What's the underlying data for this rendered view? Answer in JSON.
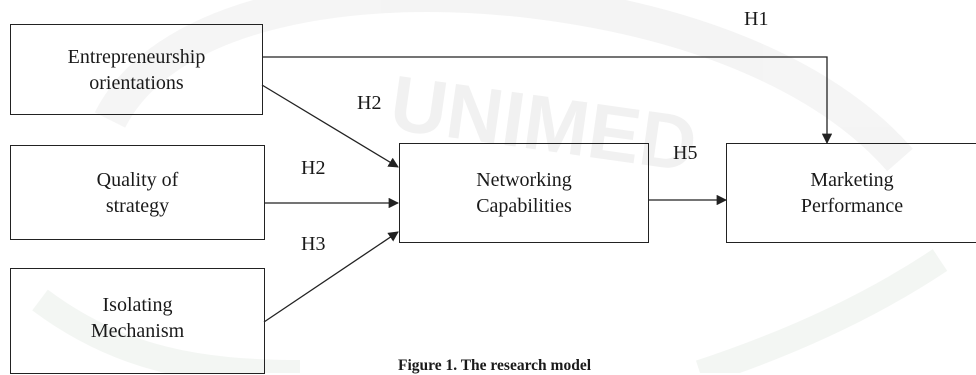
{
  "diagram": {
    "nodes": {
      "entrepreneurship": "Entrepreneurship\norientations",
      "quality": "Quality of\nstrategy",
      "isolating": "Isolating\nMechanism",
      "networking": "Networking\nCapabilities",
      "marketing": "Marketing\nPerformance"
    },
    "edges": {
      "h1": "H1",
      "h2_top": "H2",
      "h2_mid": "H2",
      "h3": "H3",
      "h5": "H5"
    },
    "watermark": "UNIMED",
    "colors": {
      "line": "#222222",
      "watermark": "#e8e8e8"
    }
  },
  "caption": "Figure 1. The research model"
}
